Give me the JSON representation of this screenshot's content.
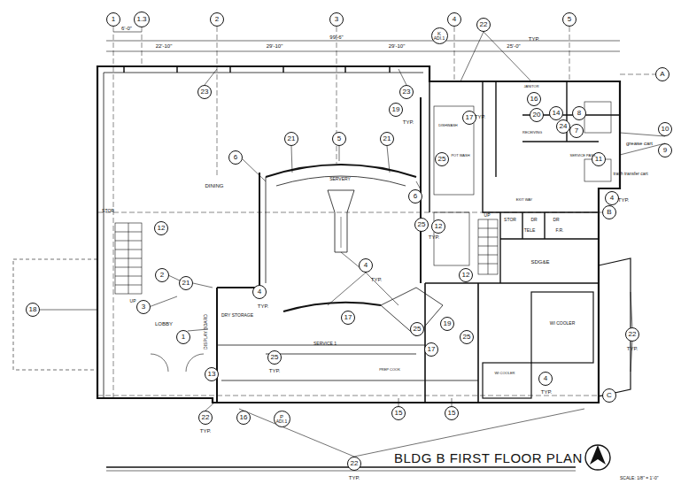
{
  "diagram": {
    "title": "BLDG B FIRST FLOOR PLAN",
    "caption": "SCALE: 1/8\" = 1'-0\"",
    "nodes": [
      {
        "text": [
          "1"
        ]
      },
      {
        "text": [
          "1.3"
        ]
      },
      {
        "text": [
          "2"
        ]
      },
      {
        "text": [
          "3"
        ]
      },
      {
        "text": [
          "4"
        ]
      },
      {
        "text": [
          "5"
        ]
      },
      {
        "text": [
          "22"
        ]
      },
      {
        "text": [
          "K",
          "ADI.1"
        ]
      },
      {
        "text": [
          "A"
        ]
      },
      {
        "text": [
          "23"
        ]
      },
      {
        "text": [
          "23"
        ]
      },
      {
        "text": [
          "16"
        ]
      },
      {
        "text": [
          "19"
        ]
      },
      {
        "text": [
          "14"
        ]
      },
      {
        "text": [
          "8"
        ]
      },
      {
        "text": [
          "20"
        ]
      },
      {
        "text": [
          "17"
        ]
      },
      {
        "text": [
          "24"
        ]
      },
      {
        "text": [
          "7"
        ]
      },
      {
        "text": [
          "10"
        ]
      },
      {
        "text": [
          "5"
        ]
      },
      {
        "text": [
          "21"
        ]
      },
      {
        "text": [
          "21"
        ]
      },
      {
        "text": [
          "9"
        ]
      },
      {
        "text": [
          "6"
        ]
      },
      {
        "text": [
          "25"
        ]
      },
      {
        "text": [
          "11"
        ]
      },
      {
        "text": [
          "6"
        ]
      },
      {
        "text": [
          "4"
        ]
      },
      {
        "text": [
          "B"
        ]
      },
      {
        "text": [
          "25"
        ]
      },
      {
        "text": [
          "12"
        ]
      },
      {
        "text": [
          "12"
        ]
      },
      {
        "text": [
          "4"
        ]
      },
      {
        "text": [
          "2"
        ]
      },
      {
        "text": [
          "12"
        ]
      },
      {
        "text": [
          "21"
        ]
      },
      {
        "text": [
          "4"
        ]
      },
      {
        "text": [
          "3"
        ]
      },
      {
        "text": [
          "18"
        ]
      },
      {
        "text": [
          "17"
        ]
      },
      {
        "text": [
          "19"
        ]
      },
      {
        "text": [
          "25"
        ]
      },
      {
        "text": [
          "25"
        ]
      },
      {
        "text": [
          "22"
        ]
      },
      {
        "text": [
          "1"
        ]
      },
      {
        "text": [
          "17"
        ]
      },
      {
        "text": [
          "25"
        ]
      },
      {
        "text": [
          "13"
        ]
      },
      {
        "text": [
          "4"
        ]
      },
      {
        "text": [
          "C"
        ]
      },
      {
        "text": [
          "22"
        ]
      },
      {
        "text": [
          "16"
        ]
      },
      {
        "text": [
          "P",
          "ADI.1"
        ]
      },
      {
        "text": [
          "15"
        ]
      },
      {
        "text": [
          "15"
        ]
      },
      {
        "text": [
          "22"
        ]
      }
    ],
    "labels": [
      "6'-0\"",
      "22'-10\"",
      "29'-10\"",
      "99'-6\"",
      "29'-10\"",
      "25'-0\"",
      "DINING",
      "SERVERY",
      "LOBBY",
      "DRY STORAGE",
      "SERVICE 1",
      "DISHWASH",
      "POT WASH",
      "RECEIVING",
      "JANITOR",
      "SERVICE PASS",
      "EXIT WAY",
      "STOR",
      "DR",
      "DR",
      "TELE",
      "F.R.",
      "SDG&E",
      "WI COOLER",
      "WI COOLER",
      "PREP COOK",
      "UP",
      "UP",
      "DISPLAY BOARD",
      "grease cart",
      "trash transfer cart",
      "STOR",
      "TYP.",
      "TYP.",
      "TYP.",
      "TYP.",
      "TYP.",
      "TYP.",
      "TYP.",
      "TYP.",
      "TYP.",
      "TYP.",
      "TYP.",
      "TYP."
    ]
  }
}
